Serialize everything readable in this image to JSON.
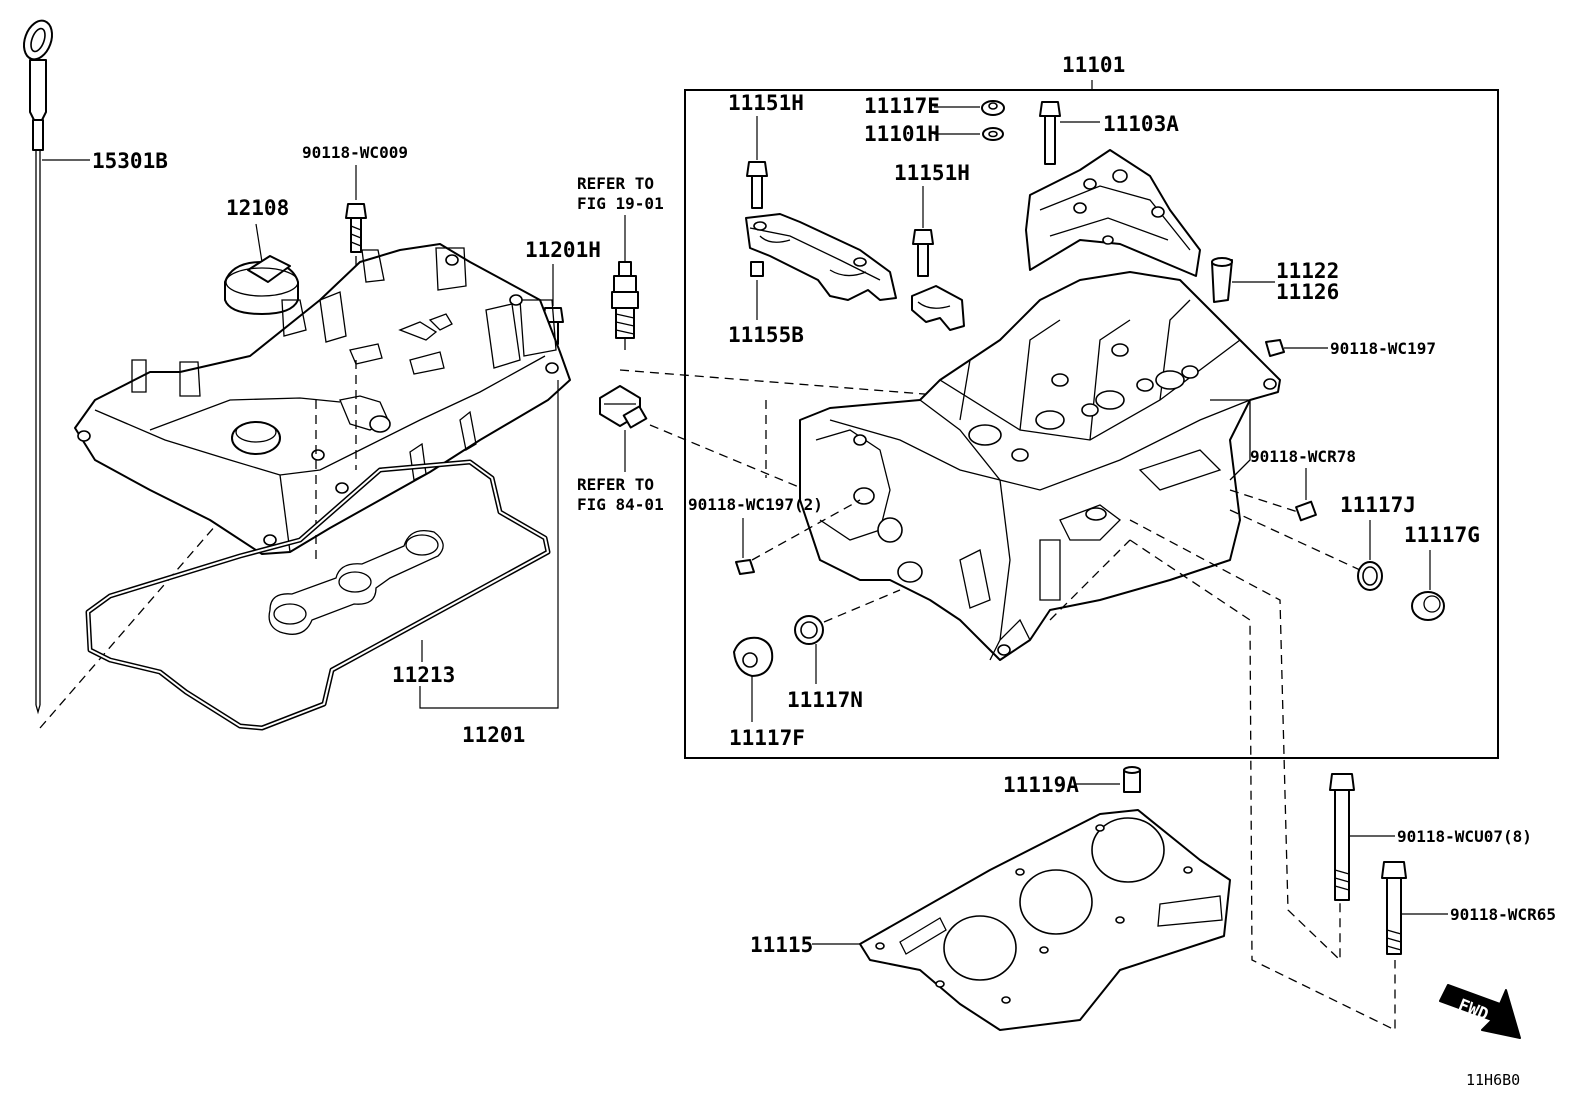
{
  "labels": {
    "p15301B": "15301B",
    "p90118WC009": "90118-WC009",
    "p12108": "12108",
    "p11201H": "11201H",
    "refer1a": "REFER TO",
    "refer1b": "FIG 19-01",
    "refer2a": "REFER TO",
    "refer2b": "FIG 84-01",
    "p11213": "11213",
    "p11201": "11201",
    "p11101top": "11101",
    "p11151H_a": "11151H",
    "p11117E": "11117E",
    "p11101H": "11101H",
    "p11103A": "11103A",
    "p11151H_b": "11151H",
    "p11122": "11122",
    "p11126": "11126",
    "p11155B": "11155B",
    "p90118WC197": "90118-WC197",
    "p90118WCR78": "90118-WCR78",
    "p90118WC197x2": "90118-WC197(2)",
    "p11117J": "11117J",
    "p11117G": "11117G",
    "p11117N": "11117N",
    "p11117F": "11117F",
    "p11119A": "11119A",
    "p90118WCU07x8": "90118-WCU07(8)",
    "p90118WCR65": "90118-WCR65",
    "p11115": "11115",
    "fwd": "FWD",
    "code": "11H6B0"
  }
}
